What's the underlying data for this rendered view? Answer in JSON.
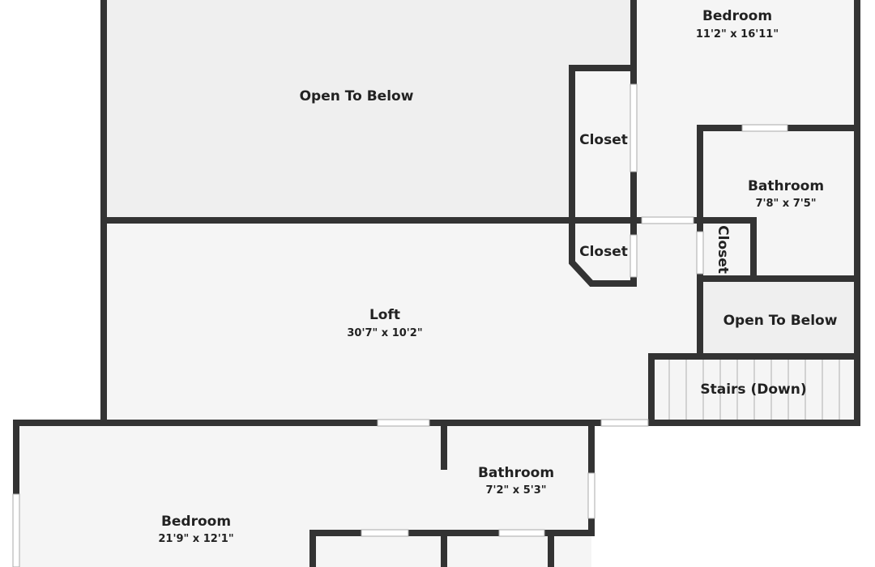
{
  "floorplan": {
    "colors": {
      "wall": "#333333",
      "floor": "#f5f5f5",
      "open_floor": "#efefef",
      "window": "#ffffff",
      "stair_line": "#bbbbbb",
      "text": "#222222"
    },
    "rooms": {
      "open_to_below_large": {
        "name": "Open To Below"
      },
      "bedroom_top": {
        "name": "Bedroom",
        "dimensions": "11'2\" x 16'11\""
      },
      "closet_upper": {
        "name": "Closet"
      },
      "bathroom_top": {
        "name": "Bathroom",
        "dimensions": "7'8\" x 7'5\""
      },
      "closet_middle": {
        "name": "Closet"
      },
      "closet_vertical": {
        "name": "Closet"
      },
      "loft": {
        "name": "Loft",
        "dimensions": "30'7\" x 10'2\""
      },
      "open_to_below_small": {
        "name": "Open To Below"
      },
      "stairs": {
        "name": "Stairs (Down)"
      },
      "bathroom_bottom": {
        "name": "Bathroom",
        "dimensions": "7'2\" x 5'3\""
      },
      "bedroom_bottom": {
        "name": "Bedroom",
        "dimensions": "21'9\" x 12'1\""
      }
    }
  }
}
